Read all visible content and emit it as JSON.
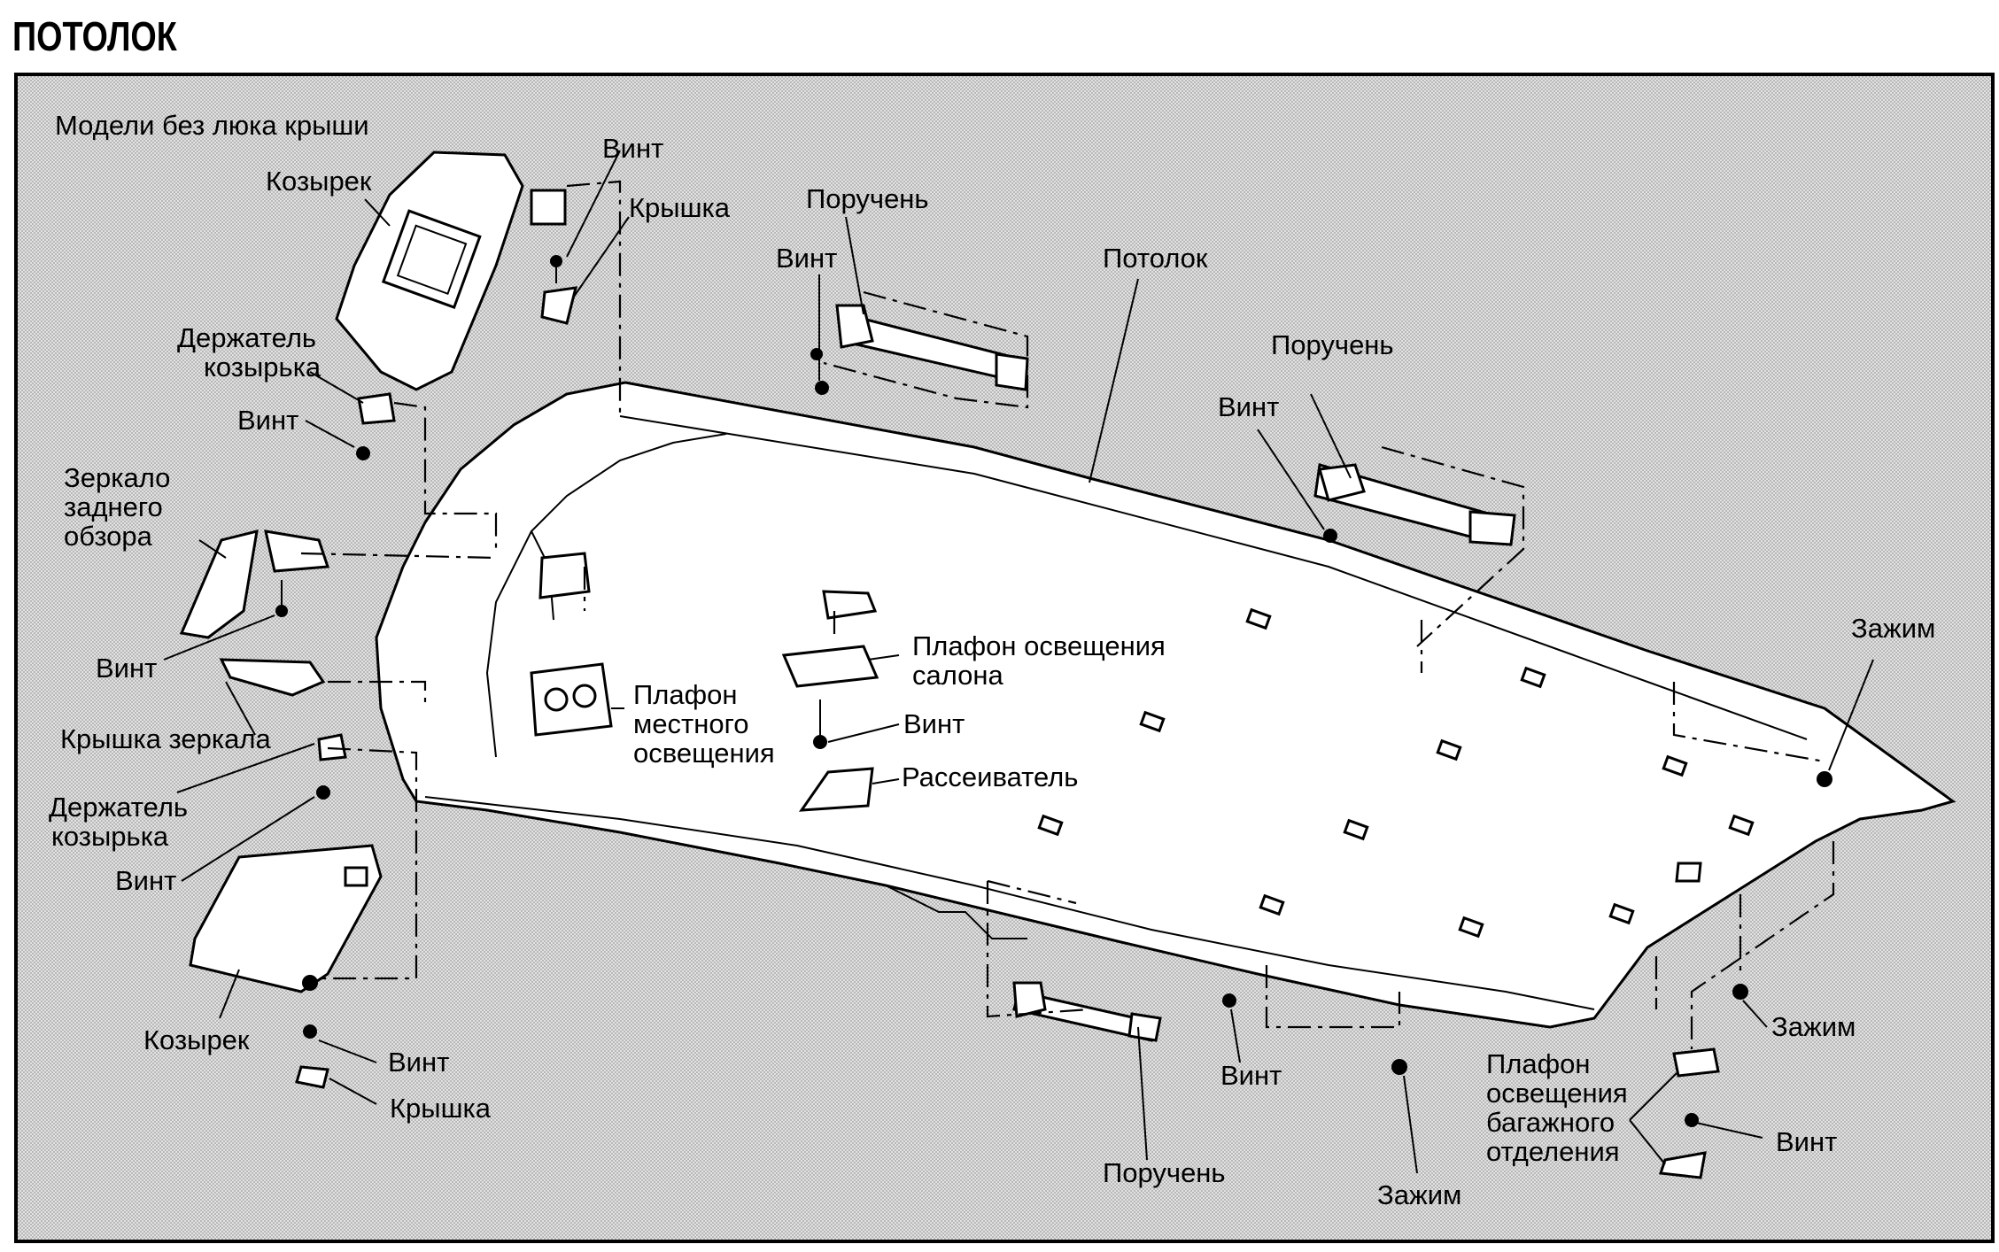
{
  "title": "ПОТОЛОК",
  "subtitle": "Модели без люка крыши",
  "labels": {
    "sun_visor_top": "Козырек",
    "screw_top": "Винт",
    "cover_top": "Крышка",
    "visor_holder_top_1": "Держатель",
    "visor_holder_top_2": "козырька",
    "screw_visor_holder": "Винт",
    "mirror_1": "Зеркало",
    "mirror_2": "заднего",
    "mirror_3": "обзора",
    "screw_mirror": "Винт",
    "mirror_cover": "Крышка зеркала",
    "visor_holder_bottom_1": "Держатель",
    "visor_holder_bottom_2": "козырька",
    "screw_bottom_left": "Винт",
    "sun_visor_bottom": "Козырек",
    "screw_bottom": "Винт",
    "cover_bottom": "Крышка",
    "grip_front": "Поручень",
    "screw_grip_front": "Винт",
    "headliner": "Потолок",
    "grip_rear": "Поручень",
    "screw_grip_rear": "Винт",
    "clip_right": "Зажим",
    "dome_light_1": "Плафон освещения",
    "dome_light_2": "салона",
    "screw_dome": "Винт",
    "diffuser": "Рассеиватель",
    "map_light_1": "Плафон",
    "map_light_2": "местного",
    "map_light_3": "освещения",
    "screw_grip_bottom": "Винт",
    "grip_bottom": "Поручень",
    "clip_bottom": "Зажим",
    "clip_bottom_right": "Зажим",
    "luggage_light_1": "Плафон",
    "luggage_light_2": "освещения",
    "luggage_light_3": "багажного",
    "luggage_light_4": "отделения",
    "screw_luggage": "Винт"
  },
  "colors": {
    "ink": "#000000",
    "background": "#d6d6d6",
    "part_fill": "#ffffff"
  }
}
